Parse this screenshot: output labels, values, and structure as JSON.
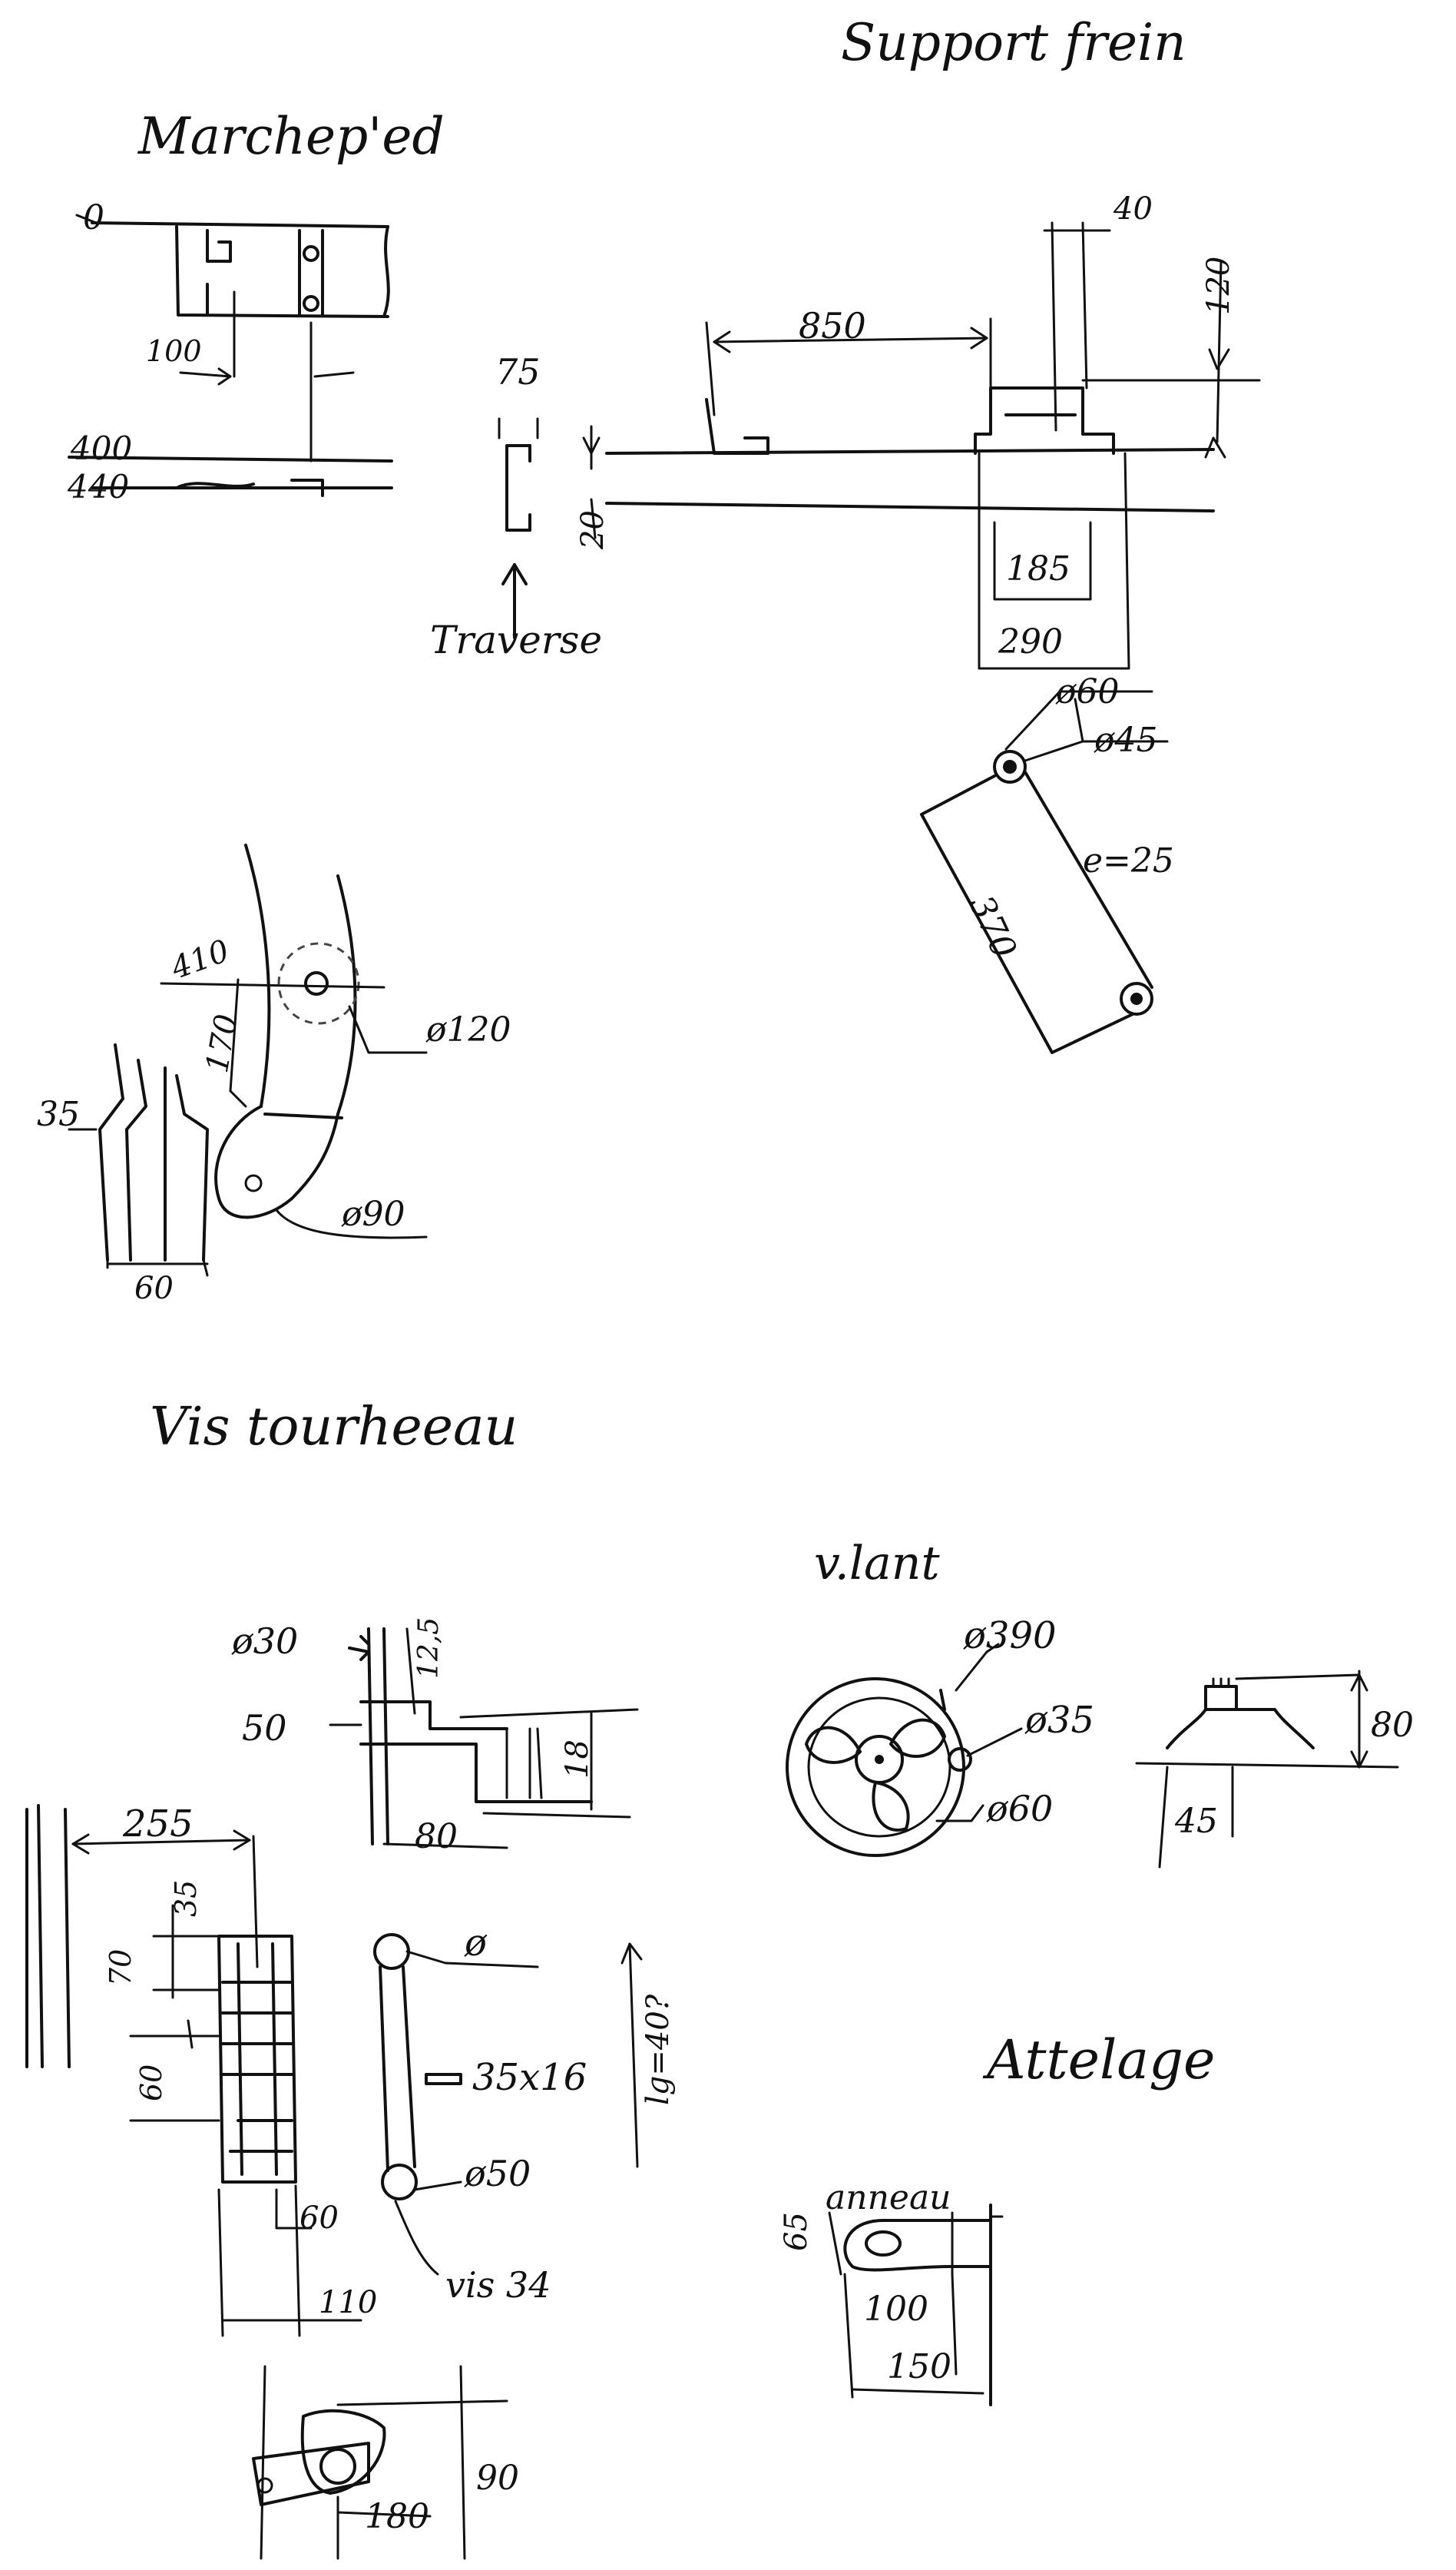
{
  "titles": {
    "marchepied": "Marchep'ed",
    "support_frein": "Support frein",
    "vis_tambour": "Vis tourheeau",
    "volant": "v.lant",
    "attelage": "Attelage"
  },
  "marchepied": {
    "dim_0": "0",
    "dim_100": "100",
    "dim_400": "400",
    "dim_440": "440",
    "dim_75": "75",
    "dim_20": "20",
    "traverse": "Traverse"
  },
  "support_frein": {
    "dim_850": "850",
    "dim_40": "40",
    "dim_120": "120",
    "dim_185": "185",
    "dim_290": "290",
    "dim_d60": "ø60",
    "dim_d45": "ø45",
    "dim_e25": "e=25",
    "dim_370": "370"
  },
  "levier": {
    "dim_410": "410",
    "dim_170": "170",
    "dim_d120": "ø120",
    "dim_35": "35",
    "dim_d90": "ø90",
    "dim_60": "60"
  },
  "vis": {
    "dim_d30": "ø30",
    "dim_12_5": "12,5",
    "dim_50": "50",
    "dim_18": "18",
    "dim_80": "80",
    "dim_255": "255",
    "dim_35": "35",
    "dim_70": "70",
    "dim_60_left": "60",
    "dim_60_small": "60",
    "dim_110": "110",
    "dim_d": "ø",
    "dim_35x16": "35x16",
    "dim_d50": "ø50",
    "vis_34": "vis 34",
    "lg": "lg=40?",
    "dim_180": "180",
    "dim_90": "90"
  },
  "volant": {
    "dim_d390": "ø390",
    "dim_d35": "ø35",
    "dim_d60": "ø60",
    "dim_80": "80",
    "dim_45": "45"
  },
  "attelage": {
    "anneau": "anneau",
    "dim_65": "65",
    "dim_100": "100",
    "dim_150": "150"
  },
  "ink_color": "#111111"
}
